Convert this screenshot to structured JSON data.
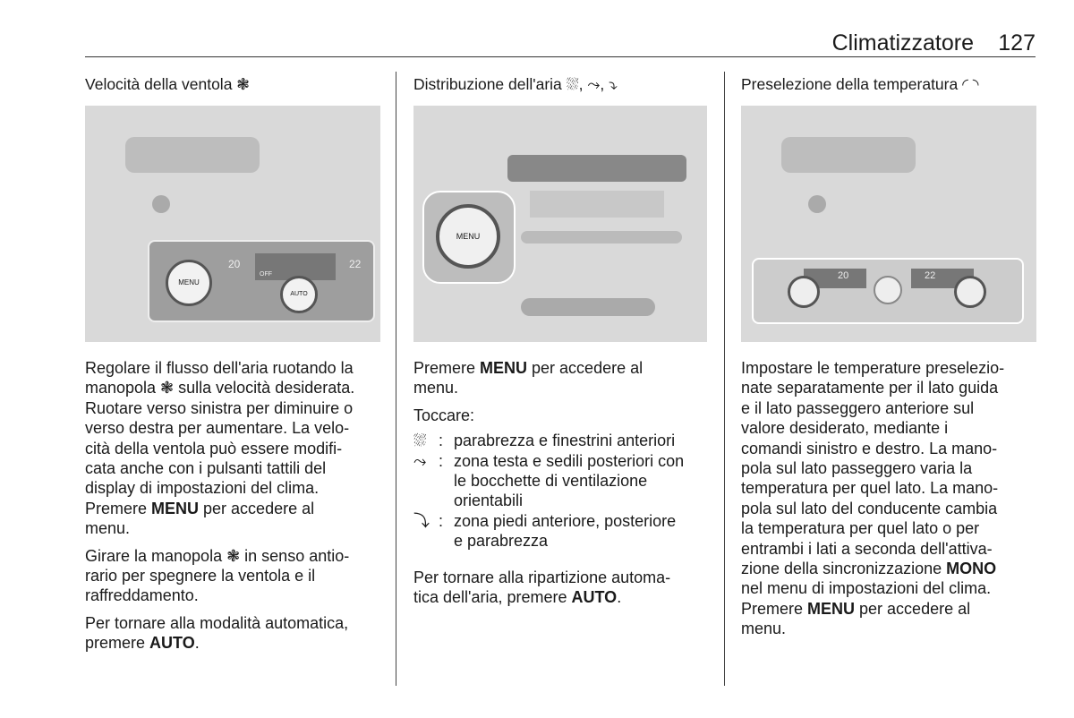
{
  "header": {
    "title": "Climatizzatore",
    "page_number": "127"
  },
  "col1": {
    "heading": "Velocità della ventola ❃",
    "p1a": "Regolare il flusso dell'aria ruotando la\nmanopola ❃ sulla velocità desiderata.\nRuotare verso sinistra per diminuire o\nverso destra per aumentare. La velo-\ncità della ventola può essere modifi-\ncata anche con i pulsanti tattili del\ndisplay di impostazioni del clima.\nPremere ",
    "p1b": "MENU",
    "p1c": " per accedere al\nmenu.",
    "p2": "Girare la manopola ❃ in senso antio-\nrario per spegnere la ventola e il\nraffreddamento.",
    "p3a": "Per tornare alla modalità automatica,\npremere ",
    "p3b": "AUTO",
    "p3c": ".",
    "figure": {
      "knob": "MENU",
      "auto": "AUTO",
      "temp_left": "20",
      "temp_right": "22",
      "off": "OFF"
    }
  },
  "col2": {
    "heading": "Distribuzione dell'aria ⛆, ⤳, ⤵",
    "p1a": "Premere ",
    "p1b": "MENU",
    "p1c": " per accedere al\nmenu.",
    "p2": "Toccare:",
    "items": [
      {
        "icon": "⛆",
        "text": "parabrezza e finestrini anteriori"
      },
      {
        "icon": "⤳",
        "text": "zona testa e sedili posteriori con\nle bocchette di ventilazione\norientabili"
      },
      {
        "icon": "⤵",
        "text": "zona piedi anteriore, posteriore\ne parabrezza"
      }
    ],
    "p3a": "Per tornare alla ripartizione automa-\ntica dell'aria, premere ",
    "p3b": "AUTO",
    "p3c": ".",
    "figure": {
      "knob": "MENU"
    }
  },
  "col3": {
    "heading": "Preselezione della temperatura ◜ ◝",
    "p1a": "Impostare le temperature preselezio-\nnate separatamente per il lato guida\ne il lato passeggero anteriore sul\nvalore desiderato, mediante i\ncomandi sinistro e destro. La mano-\npola sul lato passeggero varia la\ntemperatura per quel lato. La mano-\npola sul lato del conducente cambia\nla temperatura per quel lato o per\nentrambi i lati a seconda dell'attiva-\nzione della sincronizzazione ",
    "p1b": "MONO",
    "p1c": "\nnel menu di impostazioni del clima.\nPremere ",
    "p1d": "MENU",
    "p1e": " per accedere al\nmenu.",
    "figure": {
      "temp_left": "20",
      "temp_right": "22"
    }
  }
}
